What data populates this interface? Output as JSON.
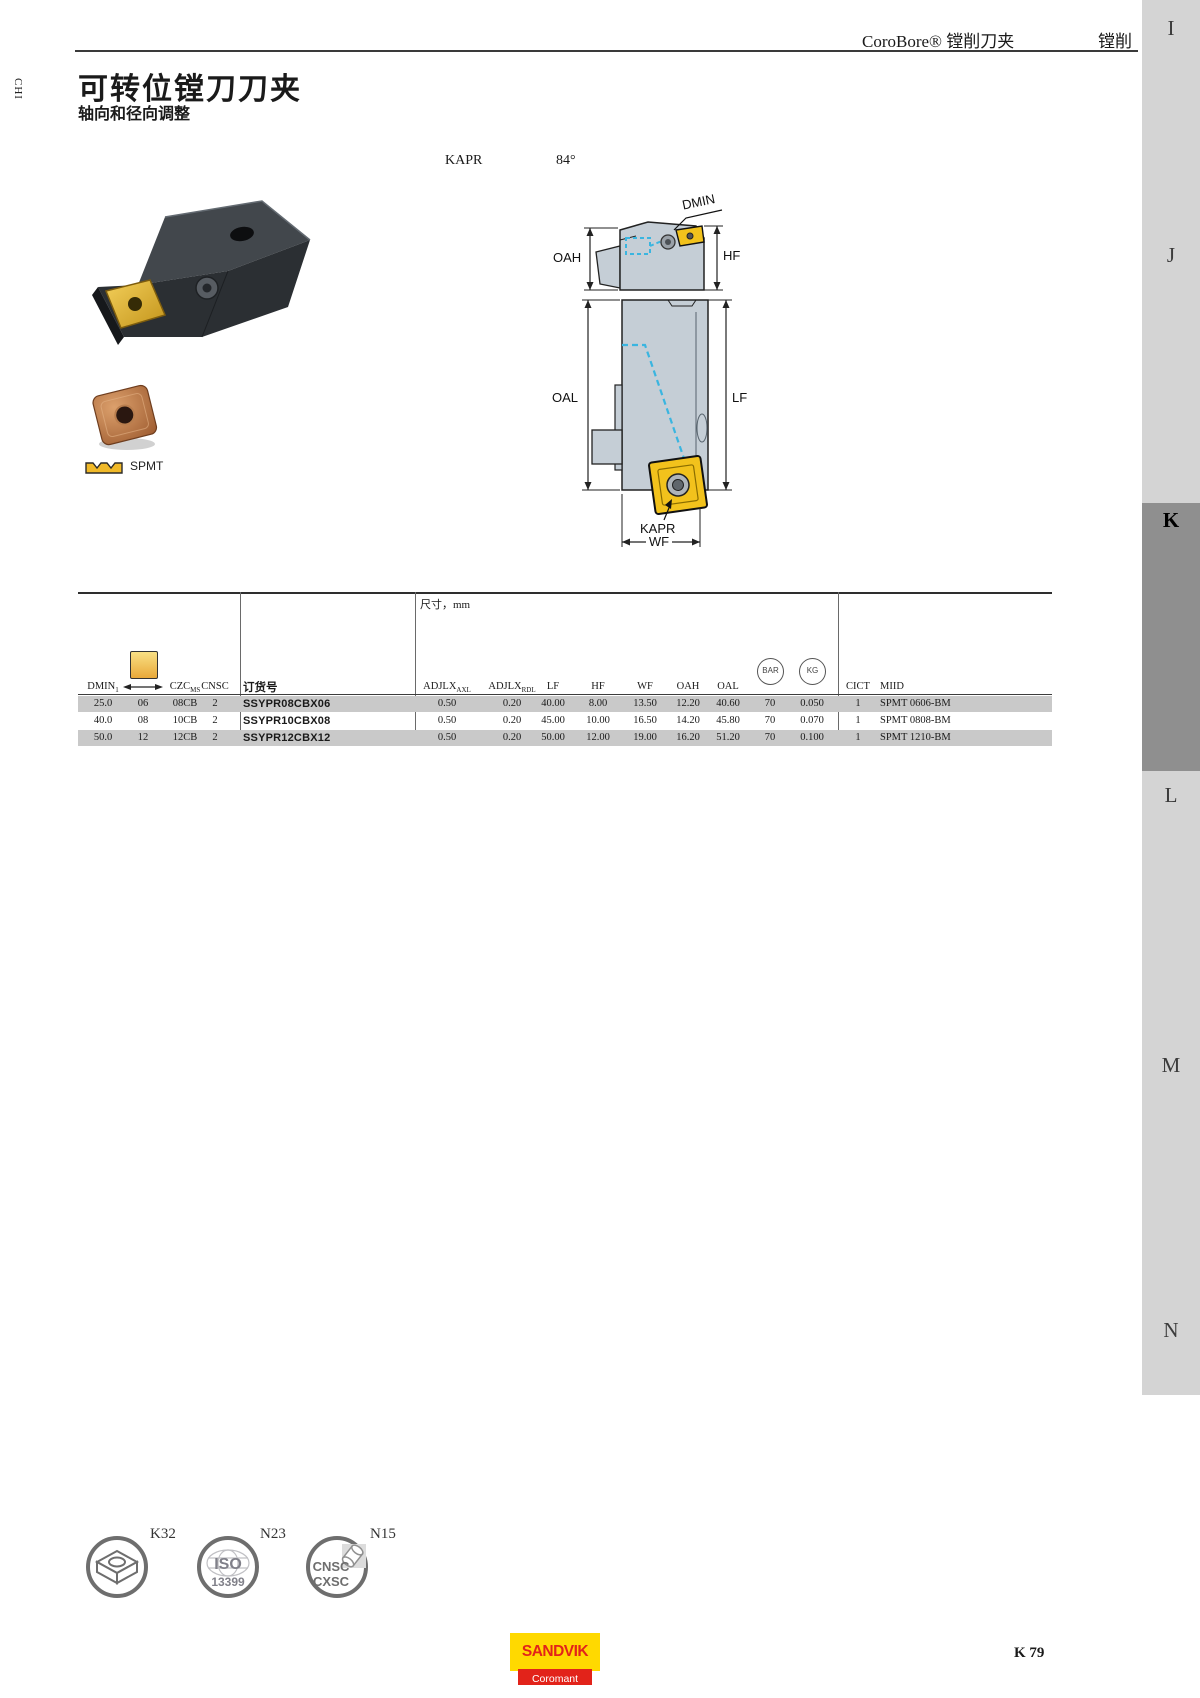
{
  "edge_marker": "CHI",
  "header": {
    "product": "CoroBore® 镗削刀夹",
    "section": "镗削"
  },
  "title": "可转位镗刀刀夹",
  "subtitle": "轴向和径向调整",
  "kapr": {
    "label": "KAPR",
    "value": "84°"
  },
  "photo_caption": "SPMT",
  "drawings": {
    "top": {
      "dmin": "DMIN",
      "oah": "OAH",
      "hf": "HF"
    },
    "bottom": {
      "oal": "OAL",
      "lf": "LF",
      "kapr": "KAPR",
      "wf": "WF"
    }
  },
  "table": {
    "units_header": "尺寸，mm",
    "columns": {
      "dmin": {
        "base": "DMIN",
        "sub": "1"
      },
      "czc": {
        "base": "CZC",
        "sub": "MS"
      },
      "cnsc": "CNSC",
      "order_code": "订货号",
      "adjlx_axl": {
        "base": "ADJLX",
        "sub": "AXL"
      },
      "adjlx_rdl": {
        "base": "ADJLX",
        "sub": "RDL"
      },
      "lf": "LF",
      "hf": "HF",
      "wf": "WF",
      "oah": "OAH",
      "oal": "OAL",
      "bar": "BAR",
      "kg": "KG",
      "cict": "CICT",
      "miid": "MIID"
    },
    "rows": [
      {
        "dmin": "25.0",
        "insert_size": "06",
        "czc": "08CB",
        "cnsc": "2",
        "code": "SSYPR08CBX06",
        "adjlx_axl": "0.50",
        "adjlx_rdl": "0.20",
        "lf": "40.00",
        "hf": "8.00",
        "wf": "13.50",
        "oah": "12.20",
        "oal": "40.60",
        "bar": "70",
        "kg": "0.050",
        "cict": "1",
        "miid": "SPMT 0606-BM"
      },
      {
        "dmin": "40.0",
        "insert_size": "08",
        "czc": "10CB",
        "cnsc": "2",
        "code": "SSYPR10CBX08",
        "adjlx_axl": "0.50",
        "adjlx_rdl": "0.20",
        "lf": "45.00",
        "hf": "10.00",
        "wf": "16.50",
        "oah": "14.20",
        "oal": "45.80",
        "bar": "70",
        "kg": "0.070",
        "cict": "1",
        "miid": "SPMT 0808-BM"
      },
      {
        "dmin": "50.0",
        "insert_size": "12",
        "czc": "12CB",
        "cnsc": "2",
        "code": "SSYPR12CBX12",
        "adjlx_axl": "0.50",
        "adjlx_rdl": "0.20",
        "lf": "50.00",
        "hf": "12.00",
        "wf": "19.00",
        "oah": "16.20",
        "oal": "51.20",
        "bar": "70",
        "kg": "0.100",
        "cict": "1",
        "miid": "SPMT 1210-BM"
      }
    ]
  },
  "sidebar": {
    "tabs": [
      {
        "label": "I"
      },
      {
        "label": "J"
      },
      {
        "label": "K"
      },
      {
        "label": "L"
      },
      {
        "label": "M"
      },
      {
        "label": "N"
      }
    ],
    "active": "K"
  },
  "footer": {
    "ref_icons": [
      {
        "label": "K32"
      },
      {
        "label": "N23",
        "line1": "ISO",
        "line2": "13399"
      },
      {
        "label": "N15",
        "line1": "CNSC",
        "line2": "CXSC"
      }
    ],
    "logo": {
      "brand": "SANDVIK",
      "division": "Coromant"
    },
    "page_number": "K 79"
  },
  "colors": {
    "accent_yellow": "#f2c21c",
    "drawing_body": "#c5ced6",
    "dashed_cyan": "#3ab5e0",
    "stripe_gray": "#c9c9c9",
    "sidebar_gray": "#d4d4d4",
    "active_tab_gray": "#8f8f8f",
    "logo_yellow": "#ffd900",
    "logo_red": "#e2231a"
  }
}
